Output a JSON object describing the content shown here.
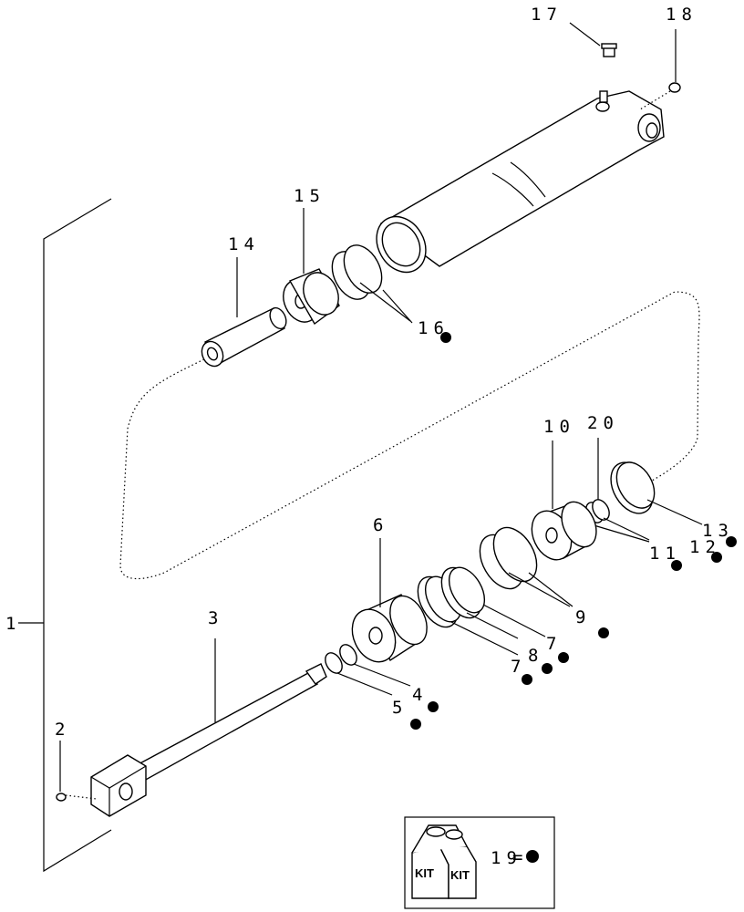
{
  "callouts": {
    "c1": "1",
    "c2": "2",
    "c3": "3",
    "c4": "4",
    "c5": "5",
    "c6": "6",
    "c7a": "7",
    "c7b": "7",
    "c8": "8",
    "c9": "9",
    "c10": "10",
    "c11": "11",
    "c12": "12",
    "c13": "13",
    "c14": "14",
    "c15": "15",
    "c16": "16",
    "c17": "17",
    "c18": "18",
    "c19": "19",
    "c20": "20"
  },
  "kit": {
    "label_left": "KIT",
    "label_right": "KIT",
    "equals": "="
  },
  "icons": {
    "kit_marker": "filled-dot-icon",
    "box": "kit-box-icon"
  }
}
